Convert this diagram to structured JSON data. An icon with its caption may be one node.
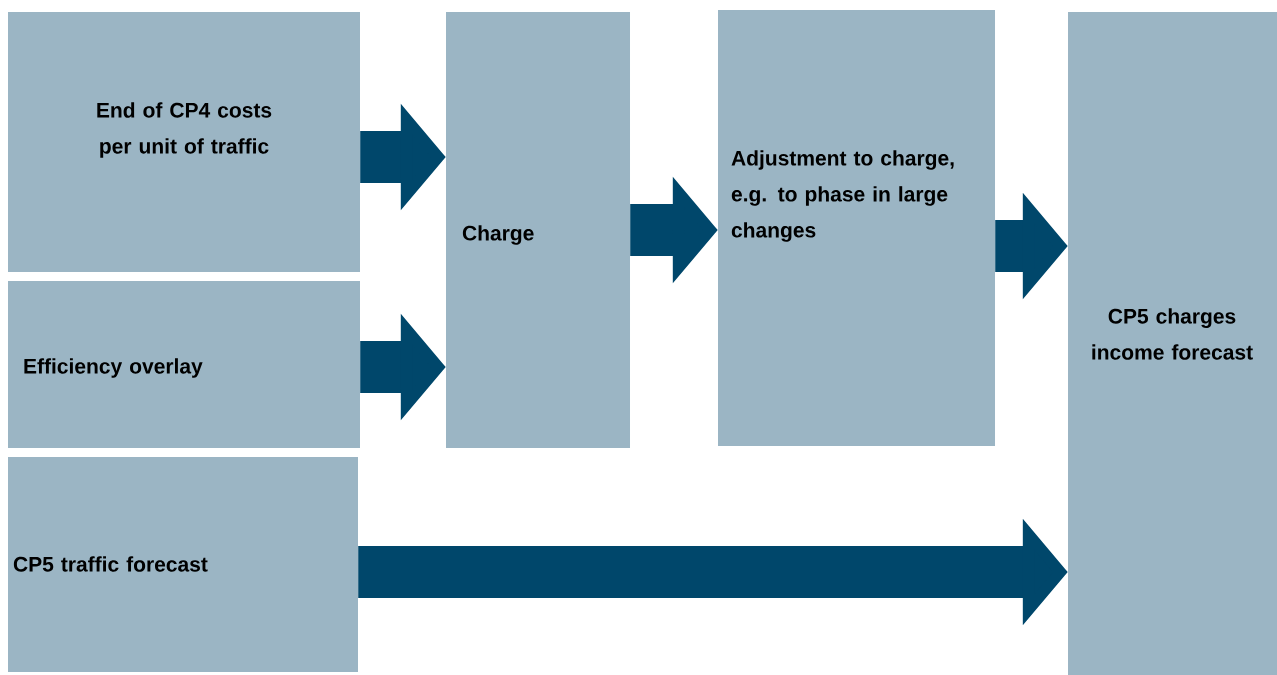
{
  "diagram": {
    "nodes": [
      {
        "text": [
          "End of CP4 costs per unit of traffic"
        ]
      },
      {
        "text": [
          "Efficiency overlay"
        ]
      },
      {
        "text": [
          "CP5 traffic forecast"
        ]
      },
      {
        "text": [
          "Charge"
        ]
      },
      {
        "text": [
          "Adjustment to charge, e.g. to phase in large changes"
        ]
      },
      {
        "text": [
          "CP5 charges income forecast"
        ]
      }
    ],
    "edges": [
      {
        "from": 0,
        "to": 3,
        "arrow": "to"
      },
      {
        "from": 1,
        "to": 3,
        "arrow": "to"
      },
      {
        "from": 3,
        "to": 4,
        "arrow": "to"
      },
      {
        "from": 4,
        "to": 5,
        "arrow": "to"
      },
      {
        "from": 2,
        "to": 5,
        "arrow": "to"
      }
    ]
  }
}
